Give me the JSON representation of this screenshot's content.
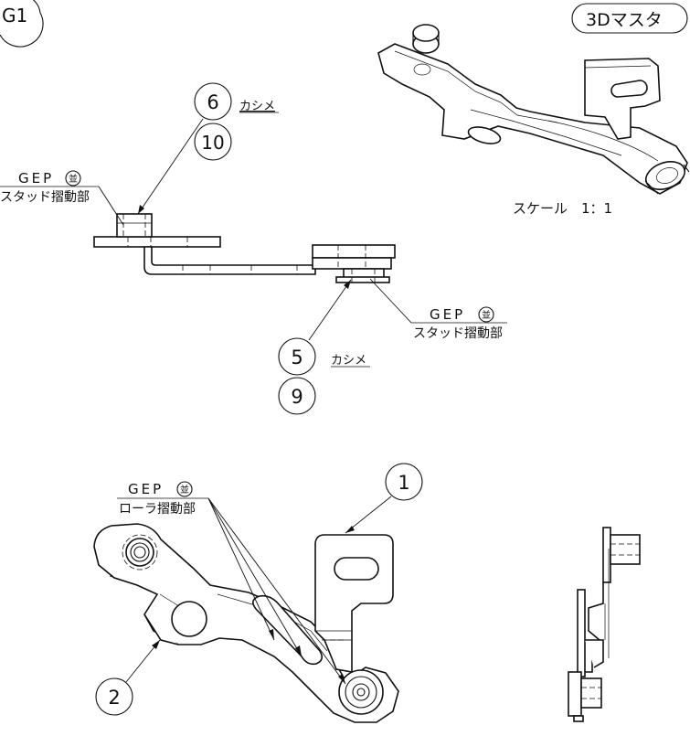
{
  "sheet_id": "G1",
  "master_badge": "3Dマスタ",
  "scale_label": "スケール　1：1",
  "balloons": {
    "b6": "6",
    "b10": "10",
    "b5": "5",
    "b9": "9",
    "b1": "1",
    "b2": "2"
  },
  "kashime_top": "カシメ",
  "kashime_bottom": "カシメ",
  "gep_top": {
    "code": "GEP",
    "mark": "並",
    "note": "スタッド摺動部"
  },
  "gep_mid": {
    "code": "GEP",
    "mark": "並",
    "note": "スタッド摺動部"
  },
  "gep_bottom": {
    "code": "GEP",
    "mark": "並",
    "note": "ローラ摺動部"
  }
}
